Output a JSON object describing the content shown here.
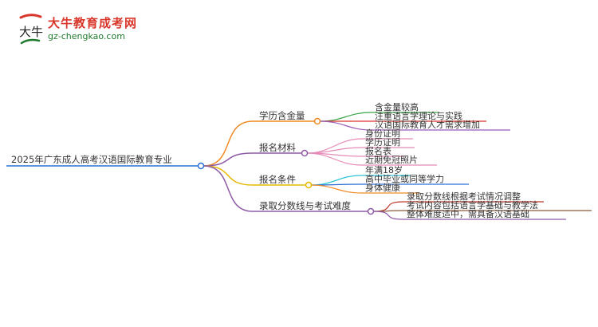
{
  "logo": {
    "title": "大牛教育成考网",
    "url": "gz-chengkao.com",
    "mark_text": "大牛"
  },
  "mindmap": {
    "root": "2025年广东成人高考汉语国际教育专业",
    "branches": [
      {
        "label": "学历含金量",
        "color": "#f08a24",
        "children": [
          {
            "label": "含金量较高",
            "color": "#3aa74a"
          },
          {
            "label": "注重语言学理论与实践",
            "color": "#d9362b"
          },
          {
            "label": "汉语国际教育人才需求增加",
            "color": "#9b59b6"
          }
        ]
      },
      {
        "label": "报名材料",
        "color": "#8e5aa8",
        "children": [
          {
            "label": "身份证明",
            "color": "#e58ab8"
          },
          {
            "label": "学历证明",
            "color": "#e58ab8"
          },
          {
            "label": "报名表",
            "color": "#e58ab8"
          },
          {
            "label": "近期免冠照片",
            "color": "#e58ab8"
          }
        ]
      },
      {
        "label": "报名条件",
        "color": "#e6b800",
        "children": [
          {
            "label": "年满18岁",
            "color": "#2ec4d6"
          },
          {
            "label": "高中毕业或同等学力",
            "color": "#2a6fd6"
          },
          {
            "label": "身体健康",
            "color": "#f08a24"
          }
        ]
      },
      {
        "label": "录取分数线与考试难度",
        "color": "#8e5aa8",
        "children": [
          {
            "label": "录取分数线根据考试情况调整",
            "color": "#c0392b"
          },
          {
            "label": "考试内容包括语言学基础与教学法",
            "color": "#8b5a3c"
          },
          {
            "label": "整体难度适中，需具备汉语基础",
            "color": "#8e5aa8"
          }
        ]
      }
    ]
  }
}
